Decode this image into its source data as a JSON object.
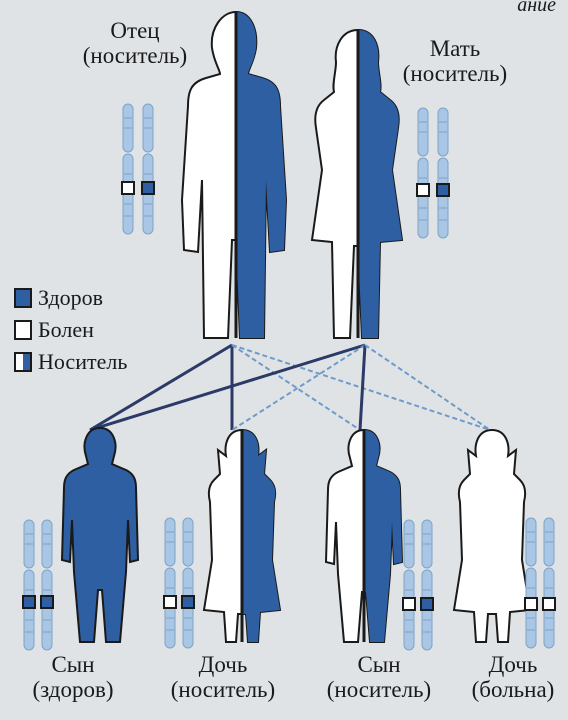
{
  "header_fragment": "ание",
  "parents": {
    "father": {
      "title": "Отец",
      "status": "(носитель)"
    },
    "mother": {
      "title": "Мать",
      "status": "(носитель)"
    }
  },
  "legend": {
    "healthy": "Здоров",
    "sick": "Болен",
    "carrier": "Носитель"
  },
  "children": [
    {
      "title": "Сын",
      "status": "(здоров)"
    },
    {
      "title": "Дочь",
      "status": "(носитель)"
    },
    {
      "title": "Сын",
      "status": "(носитель)"
    },
    {
      "title": "Дочь",
      "status": "(больна)"
    }
  ],
  "colors": {
    "healthy": "#2f5fa3",
    "chromosome": "#a9c6e4",
    "line_solid": "#2b3a66",
    "line_dashed": "#6f9bc9"
  }
}
